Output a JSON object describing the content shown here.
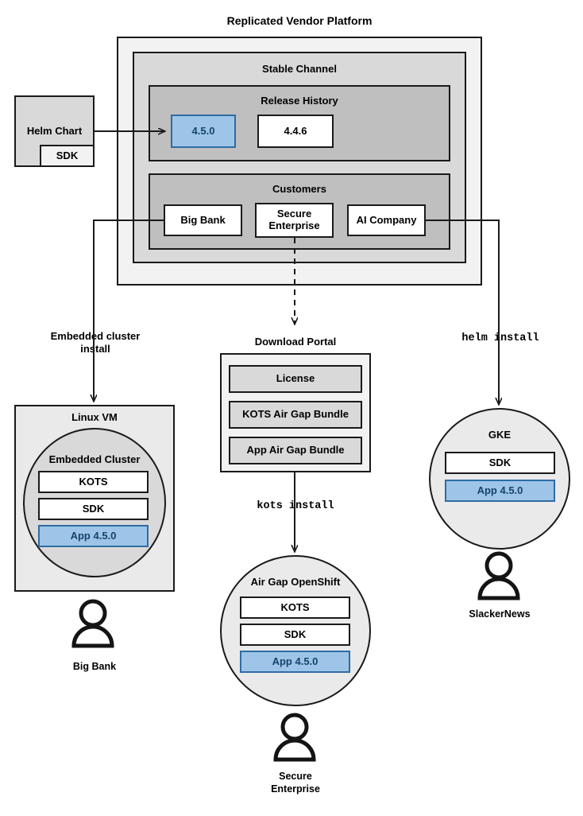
{
  "title": "Replicated Vendor Platform",
  "platform": {
    "stable_channel_label": "Stable Channel",
    "release_history": {
      "label": "Release History",
      "releases": [
        {
          "version": "4.5.0",
          "state": "current",
          "color": "#9ec5e8"
        },
        {
          "version": "4.4.6",
          "state": "previous",
          "color": "#ffffff"
        }
      ]
    },
    "customers": {
      "label": "Customers",
      "items": [
        {
          "name": "Big Bank"
        },
        {
          "name": "Secure\nEnterprise"
        },
        {
          "name": "AI Company"
        }
      ]
    }
  },
  "helm_chart": {
    "label": "Helm Chart",
    "sdk_label": "SDK"
  },
  "connectors": {
    "embedded_cluster_install": "Embedded cluster\ninstall",
    "helm_install": "helm install",
    "kots_install": "kots install"
  },
  "download_portal": {
    "label": "Download Portal",
    "artifacts": [
      {
        "name": "License"
      },
      {
        "name": "KOTS Air Gap Bundle"
      },
      {
        "name": "App Air Gap Bundle"
      }
    ]
  },
  "targets": [
    {
      "id": "linux-vm",
      "label": "Linux VM",
      "inner_label": "Embedded Cluster",
      "components": [
        {
          "name": "KOTS",
          "style": "white"
        },
        {
          "name": "SDK",
          "style": "white"
        },
        {
          "name": "App 4.5.0",
          "style": "blue"
        }
      ],
      "actor": "Big Bank"
    },
    {
      "id": "air-gap-openshift",
      "label": "Air Gap OpenShift",
      "components": [
        {
          "name": "KOTS",
          "style": "white"
        },
        {
          "name": "SDK",
          "style": "white"
        },
        {
          "name": "App 4.5.0",
          "style": "blue"
        }
      ],
      "actor": "Secure\nEnterprise"
    },
    {
      "id": "gke",
      "label": "GKE",
      "components": [
        {
          "name": "SDK",
          "style": "white"
        },
        {
          "name": "App 4.5.0",
          "style": "blue"
        }
      ],
      "actor": "SlackerNews"
    }
  ],
  "colors": {
    "accent_blue": "#9ec5e8",
    "accent_blue_border": "#2e6ca4",
    "accent_blue_text": "#16436b",
    "stroke": "#1a1a1a",
    "fill_lightest": "#f2f2f2",
    "fill_light": "#eaeaea",
    "fill_gray": "#d9d9d9",
    "fill_mid": "#bfbfbf"
  },
  "labels": {
    "actor_big_bank": "Big Bank",
    "actor_secure_enterprise_l1": "Secure",
    "actor_secure_enterprise_l2": "Enterprise",
    "actor_slackernews": "SlackerNews",
    "embedded_l1": "Embedded cluster",
    "embedded_l2": "install"
  }
}
